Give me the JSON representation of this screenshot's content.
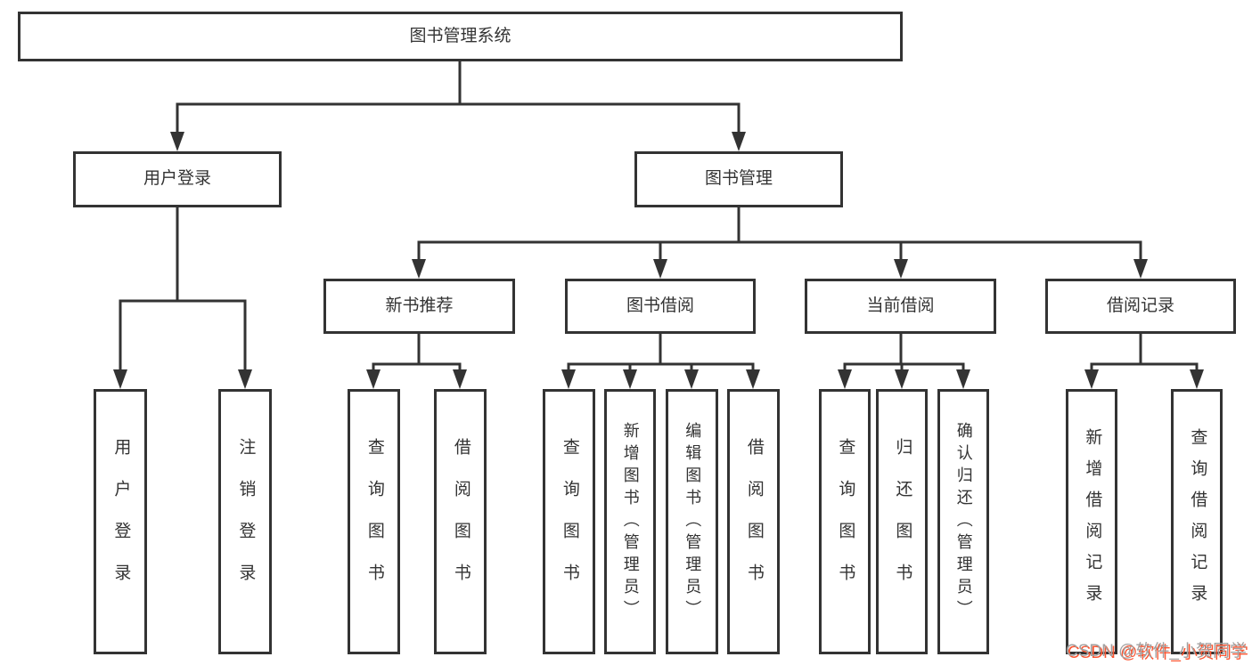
{
  "diagram": {
    "root": "图书管理系统",
    "branches": [
      {
        "label": "用户登录",
        "leaves": [
          "用户登录",
          "注销登录"
        ]
      },
      {
        "label": "图书管理",
        "sections": [
          {
            "label": "新书推荐",
            "leaves": [
              "查询图书",
              "借阅图书"
            ]
          },
          {
            "label": "图书借阅",
            "leaves": [
              "查询图书",
              "新增图书（管理员）",
              "编辑图书（管理员）",
              "借阅图书"
            ]
          },
          {
            "label": "当前借阅",
            "leaves": [
              "查询图书",
              "归还图书",
              "确认归还（管理员）"
            ]
          },
          {
            "label": "借阅记录",
            "leaves": [
              "新增借阅记录",
              "查询借阅记录"
            ]
          }
        ]
      }
    ]
  },
  "watermark": {
    "text": "CSDN @软件_小贺同学",
    "text_color": "#a2a2a2",
    "shadow_color": "#fc5531"
  },
  "colors": {
    "line": "#333333",
    "box_border": "#333333",
    "text": "#333333",
    "background": "#ffffff"
  }
}
